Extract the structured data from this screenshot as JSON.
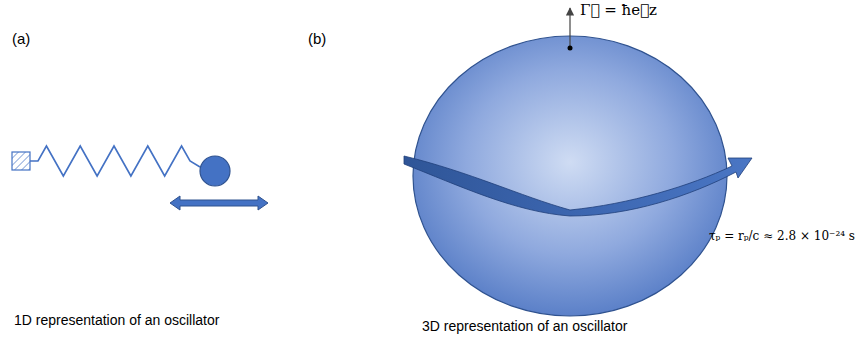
{
  "diagram": {
    "labels": [
      "(a)",
      "(b)",
      "1D representation of an oscillator",
      "3D representation of an oscillator",
      "Γ⃗ = ħe⃗z",
      "τₚ = rₚ/c ≈ 2.8 × 10⁻²⁴ s"
    ]
  }
}
